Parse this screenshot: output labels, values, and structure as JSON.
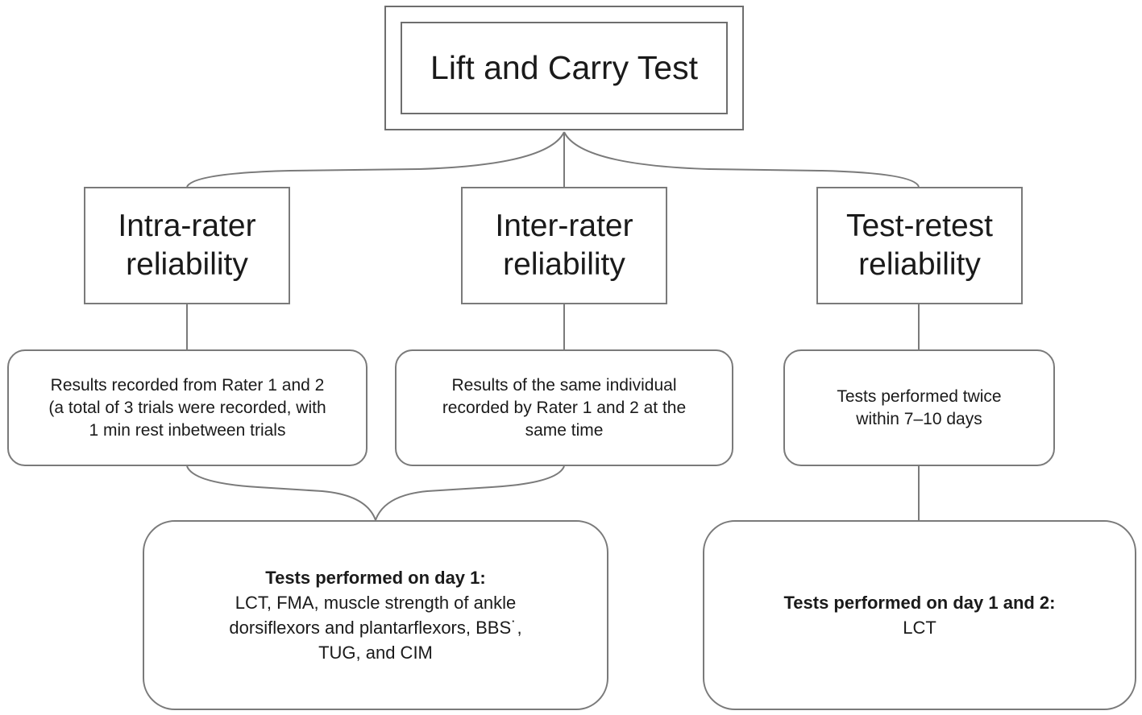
{
  "title": "Lift and Carry Test",
  "categories": [
    {
      "label": "Intra-rater\nreliability"
    },
    {
      "label": "Inter-rater\nreliability"
    },
    {
      "label": "Test-retest\nreliability"
    }
  ],
  "details": [
    {
      "text": "Results recorded from Rater 1 and 2\n(a total of 3 trials were recorded, with\n1 min rest inbetween trials"
    },
    {
      "text": "Results of the same individual\nrecorded by Rater 1 and 2 at the\nsame time"
    },
    {
      "text": "Tests performed twice\nwithin 7–10 days"
    }
  ],
  "outcomes": [
    {
      "heading": "Tests performed on day 1:",
      "body": "LCT, FMA, muscle strength of ankle\ndorsiflexors and plantarflexors,  BBS˙,\nTUG, and CIM"
    },
    {
      "heading": "Tests performed on day 1 and 2:",
      "body": "LCT"
    }
  ]
}
